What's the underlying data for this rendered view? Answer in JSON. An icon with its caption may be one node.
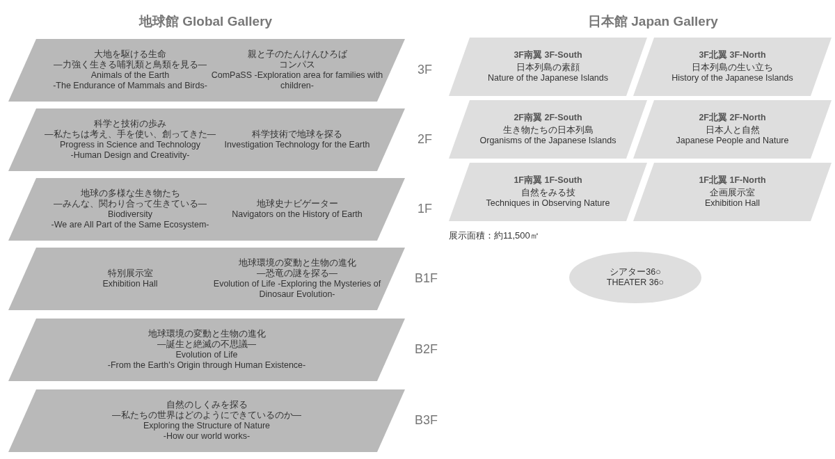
{
  "diagram": {
    "nodes": [
      {
        "text": [
          "大地を駆ける生命",
          "—力強く生きる哺乳類と鳥類を見る—",
          "Animals of the Earth",
          "-The Endurance of Mammals and Birds-",
          "親と子のたんけんひろば",
          "コンパス",
          "ComPaSS -Exploration area for families with children-"
        ]
      },
      {
        "text": [
          "科学と技術の歩み",
          "—私たちは考え、手を使い、創ってきた—",
          "Progress in Science and Technology",
          "-Human Design and Creativity-",
          "科学技術で地球を探る",
          "Investigation Technology for the Earth"
        ]
      },
      {
        "text": [
          "地球の多様な生き物たち",
          "—みんな、関わり合って生きている—",
          "Biodiversity",
          "-We are All Part of the Same Ecosystem-",
          "地球史ナビゲーター",
          "Navigators on the History of Earth"
        ]
      },
      {
        "text": [
          "特別展示室",
          "Exhibition Hall",
          "地球環境の変動と生物の進化",
          "—恐竜の謎を探る—",
          "Evolution of Life -Exploring the Mysteries of Dinosaur Evolution-"
        ]
      },
      {
        "text": [
          "地球環境の変動と生物の進化",
          "—誕生と絶滅の不思議—",
          "Evolution of Life",
          "-From the Earth's Origin through Human Existence-"
        ]
      },
      {
        "text": [
          "自然のしくみを探る",
          "—私たちの世界はどのようにできているのか—",
          "Exploring the Structure of Nature",
          "-How our world works-"
        ]
      },
      {
        "text": [
          "3F南翼 3F-South",
          "日本列島の素顔",
          "Nature of the Japanese Islands"
        ]
      },
      {
        "text": [
          "3F北翼 3F-North",
          "日本列島の生い立ち",
          "History of the Japanese Islands"
        ]
      },
      {
        "text": [
          "2F南翼 2F-South",
          "生き物たちの日本列島",
          "Organisms of the Japanese Islands"
        ]
      },
      {
        "text": [
          "2F北翼 2F-North",
          "日本人と自然",
          "Japanese People and Nature"
        ]
      },
      {
        "text": [
          "1F南翼 1F-South",
          "自然をみる技",
          "Techniques in Observing Nature"
        ]
      },
      {
        "text": [
          "1F北翼 1F-North",
          "企画展示室",
          "Exhibition Hall"
        ]
      },
      {
        "text": [
          "シアター36○",
          "THEATER 36○"
        ]
      }
    ],
    "labels": [
      "地球館 Global Gallery",
      "日本館 Japan Gallery",
      "3F",
      "2F",
      "1F",
      "B1F",
      "B2F",
      "B3F",
      "展示面積：約11,500㎡"
    ]
  }
}
